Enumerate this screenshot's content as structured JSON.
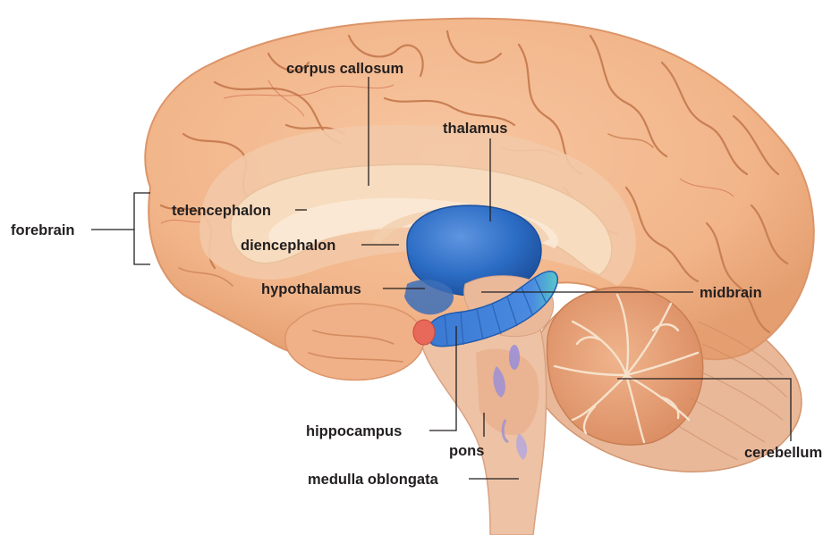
{
  "labels": {
    "forebrain": "forebrain",
    "corpus_callosum": "corpus callosum",
    "thalamus": "thalamus",
    "telencephalon": "telencephalon",
    "diencephalon": "diencephalon",
    "hypothalamus": "hypothalamus",
    "midbrain": "midbrain",
    "hippocampus": "hippocampus",
    "pons": "pons",
    "cerebellum": "cerebellum",
    "medulla_oblongata": "medulla oblongata"
  },
  "colors": {
    "cortex": "#f2b58a",
    "cortex_shadow": "#e49e6f",
    "corpus_callosum": "#f6d8b8",
    "thalamus_blue": "#2b6cc4",
    "hippocampus_blue": "#3d7fd6",
    "cerebellum": "#e8a27a",
    "brainstem": "#edbfa0",
    "ventricle_purple": "#9b8fd6",
    "amygdala": "#e8685a",
    "label_text": "#231f20"
  }
}
